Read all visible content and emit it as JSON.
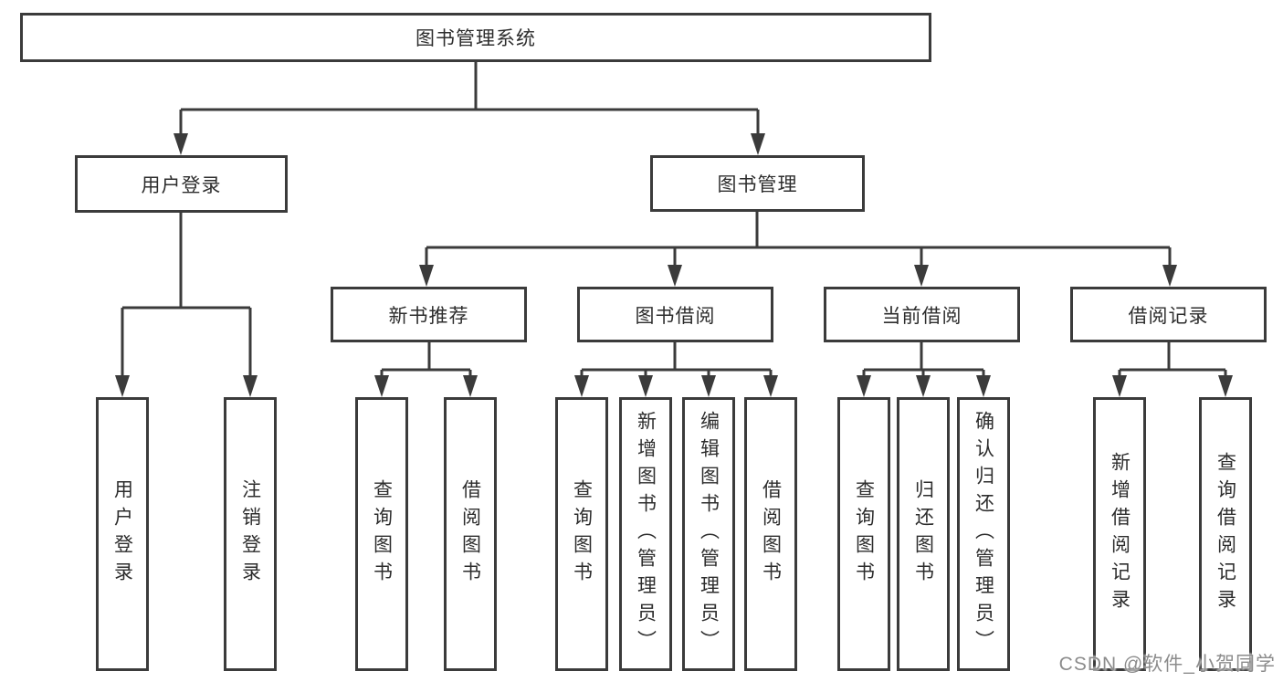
{
  "diagram_title": "图书管理系统",
  "colors": {
    "background": "#ffffff",
    "line": "#3b3b3b",
    "box_border": "#3b3b3b",
    "text": "#2d2d2d",
    "watermark": "#8c8c8c"
  },
  "root": {
    "label": "图书管理系统"
  },
  "level2": [
    {
      "id": "user-login-branch",
      "label": "用户登录"
    },
    {
      "id": "book-management",
      "label": "图书管理"
    }
  ],
  "level3": [
    {
      "id": "new-book-recommend",
      "label": "新书推荐"
    },
    {
      "id": "book-borrowing",
      "label": "图书借阅"
    },
    {
      "id": "current-borrowing",
      "label": "当前借阅"
    },
    {
      "id": "borrowing-records",
      "label": "借阅记录"
    }
  ],
  "leaves": {
    "user_login": [
      {
        "label": "用户登录"
      },
      {
        "label": "注销登录"
      }
    ],
    "new_book": [
      {
        "label": "查询图书"
      },
      {
        "label": "借阅图书"
      }
    ],
    "book_borrowing": [
      {
        "label": "查询图书"
      },
      {
        "label": "新增图书（管理员）"
      },
      {
        "label": "编辑图书（管理员）"
      },
      {
        "label": "借阅图书"
      }
    ],
    "current_borrowing": [
      {
        "label": "查询图书"
      },
      {
        "label": "归还图书"
      },
      {
        "label": "确认归还（管理员）"
      }
    ],
    "borrowing_records": [
      {
        "label": "新增借阅记录"
      },
      {
        "label": "查询借阅记录"
      }
    ]
  },
  "watermark": "CSDN @软件_小贺同学"
}
